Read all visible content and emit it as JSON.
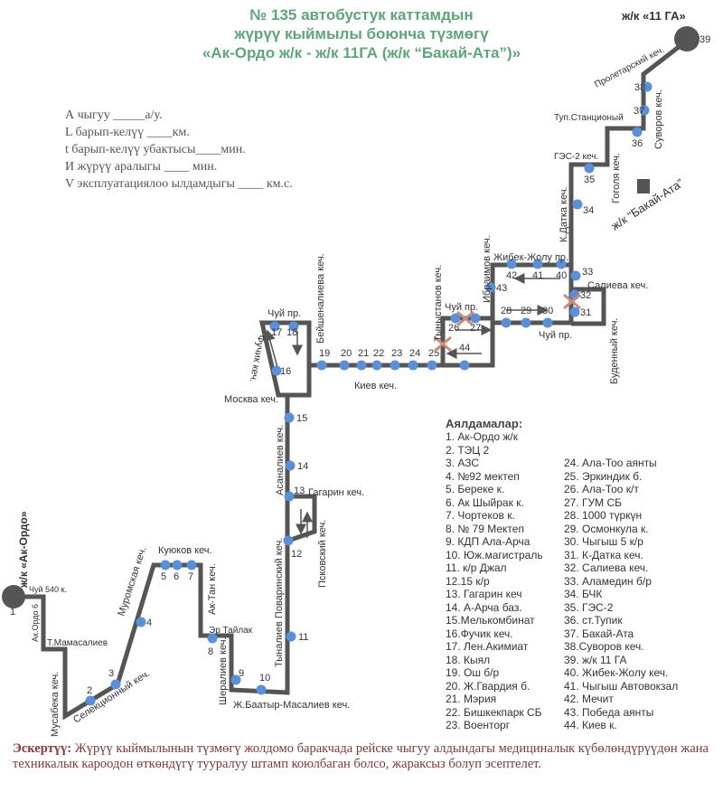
{
  "title": {
    "line1": "№ 135  автобустук каттамдын",
    "line2": "жүрүү кыймылы боюнча түзмөгү",
    "line3": "«Ак-Ордо ж/к - ж/к 11ГА (ж/к “Бакай-Ата”)»"
  },
  "params": [
    "А чыгуу  _____а/у.",
    "L барып-келүү  ____км.",
    "t барып-келүү убактысы____мин.",
    "И жүрүү аралыгы ____    мин.",
    "V эксплуатациялоо ылдамдыгы ____ км.с."
  ],
  "terminals": {
    "start": "ж/к «Ак-Ордо»",
    "end": "ж/к «11 ГА»",
    "district": "ж/к “Бакай-Ата”"
  },
  "streets": {
    "chui540": "Чуй 540 к.",
    "akordo6": "Ак.Ордо 6",
    "mamasaliev": "Т.Мамасалиев",
    "musabek": "Мусабека кеч.",
    "selekcion": "Селекционный кеч.",
    "muromskaya": "Муромская кеч.",
    "kuyukov": "Куюков кеч.",
    "aktan": "Ак-Тан кеч.",
    "ertailak": "Эр Тайлак",
    "sheraliev": "Шералиев кеч.",
    "baatyr": "Ж.Баатыр-Масалиев  кеч.",
    "tynaliev": "Тыналиев Поваринский кеч.",
    "pskovski": "Псковский кеч.",
    "gagarin": "Гагарин  кеч.",
    "asanaliev": "Асаналиев кеч.",
    "moskva": "Москва кеч.",
    "fuchik": "Фучик кеч.",
    "chui1": "Чуй пр.",
    "beishenalieva": "Бейшеналиева кеч.",
    "kiev": "Киев кеч.",
    "tynystanov": "Тыныстанов кеч.",
    "chui2": "Чуй пр.",
    "ibraimov": "Ибраимов  кеч.",
    "zhibek": "Жибек-Жолу    пр.",
    "saliev": "Салиева кеч.",
    "chui3": "Чуй пр.",
    "budenny": "Буденный  кеч.",
    "kdatka": "К.Датка кеч.",
    "ges2": "ГЭС-2 кеч.",
    "gogol": "Гоголя кеч.",
    "tupstan": "Туп.Станционый",
    "suvorov": "Суворов кеч.",
    "proletar": "Пролетарский кеч."
  },
  "legend_title": "Аялдамалар:",
  "stops": [
    {
      "num": "1",
      "name": "1. Ак-Ордо ж/к"
    },
    {
      "num": "2",
      "name": "2. ТЭЦ 2"
    },
    {
      "num": "3",
      "name": "3. АЗС"
    },
    {
      "num": "4",
      "name": "4. №92 мектеп"
    },
    {
      "num": "5",
      "name": "5. Береке к."
    },
    {
      "num": "6",
      "name": "6. Ак Шыйрак к."
    },
    {
      "num": "7",
      "name": "7. Чортеков к."
    },
    {
      "num": "8",
      "name": "8.  № 79 Мектеп"
    },
    {
      "num": "9",
      "name": "9. КДП Ала-Арча"
    },
    {
      "num": "10",
      "name": "10. Юж.магистраль"
    },
    {
      "num": "11",
      "name": "11. к/р Джал"
    },
    {
      "num": "12",
      "name": "12.15 к/р"
    },
    {
      "num": "13",
      "name": "13. Гагарин кеч"
    },
    {
      "num": "14",
      "name": "14. А-Арча баз."
    },
    {
      "num": "15",
      "name": "15.Мелькомбинат"
    },
    {
      "num": "16",
      "name": "16.Фучик кеч."
    },
    {
      "num": "17",
      "name": "17. Лен.Акимиат"
    },
    {
      "num": "18",
      "name": "18. Кыял"
    },
    {
      "num": "19",
      "name": "19. Ош б/р"
    },
    {
      "num": "20",
      "name": "20. Ж.Гвардия б."
    },
    {
      "num": "21",
      "name": "21. Мэрия"
    },
    {
      "num": "22",
      "name": "22. Бишкекпарк СБ"
    },
    {
      "num": "23",
      "name": "23. Военторг"
    },
    {
      "num": "24",
      "name": "24. Ала-Тоо аянты"
    },
    {
      "num": "25",
      "name": "25. Эркиндик б."
    },
    {
      "num": "26",
      "name": "26. Ала-Тоо к/т"
    },
    {
      "num": "27",
      "name": "27. ГУМ СБ"
    },
    {
      "num": "28",
      "name": "28. 1000 түркүн"
    },
    {
      "num": "29",
      "name": "29. Осмонкула к."
    },
    {
      "num": "30",
      "name": "30. Чыгыш 5 к/р"
    },
    {
      "num": "31",
      "name": "31. К-Датка кеч."
    },
    {
      "num": "32",
      "name": "32. Салиева кеч."
    },
    {
      "num": "33",
      "name": "33. Аламедин б/р"
    },
    {
      "num": "34",
      "name": "34. БЧК"
    },
    {
      "num": "35",
      "name": "35. ГЭС-2"
    },
    {
      "num": "36",
      "name": "36. ст.Тупик"
    },
    {
      "num": "37",
      "name": "37. Бакай-Ата"
    },
    {
      "num": "38",
      "name": "38.Суворов кеч."
    },
    {
      "num": "39",
      "name": "39. ж/к 11 ГА"
    },
    {
      "num": "40",
      "name": "40. Жибек-Жолу кеч."
    },
    {
      "num": "41",
      "name": "41. Чыгыш Автовокзал"
    },
    {
      "num": "42",
      "name": "42. Мечит"
    },
    {
      "num": "43",
      "name": "43. Победа аянты"
    },
    {
      "num": "44",
      "name": "44. Киев к."
    }
  ],
  "note": {
    "label": "Эскертүү:",
    "text": "Жүрүү кыймылынын түзмөгү жолдомо баракчада рейске чыгуу алдындагы медициналык күбөлөндүрүүдөн жана техникалык кароодон өткөндүгү тууралуу штамп коюлбаган болсо, жараксыз болуп эсептелет."
  },
  "colors": {
    "title": "#5fa57a",
    "route": "#555555",
    "stop": "#5b8fd6",
    "closed": "#c98a80",
    "terminal": "#555555"
  }
}
